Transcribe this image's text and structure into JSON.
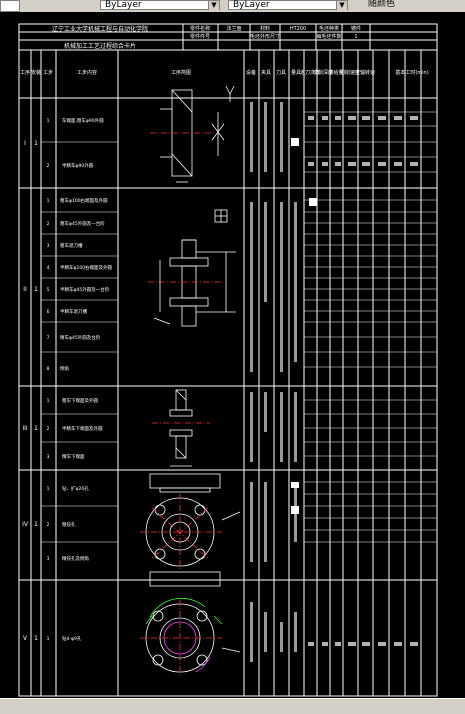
{
  "toolbar": {
    "linetype_value": "ByLayer",
    "lineweight_value": "ByLayer",
    "color_value": "随颜色"
  },
  "sheet": {
    "title_left_1": "辽宁工业大学机械工程与自动化学院",
    "title_left_2": "机械加工工艺过程综合卡片",
    "header_row_1": [
      "零件名称",
      "法兰盘",
      "材料",
      "HT200",
      "毛坯种类",
      "铸件"
    ],
    "header_row_2": [
      "零件件号",
      "",
      "毛坯外形尺寸",
      "",
      "每毛坯件数",
      "1"
    ],
    "columns_left": [
      "工序",
      "安装",
      "工步",
      "工步内容",
      "工序简图"
    ],
    "columns_right": [
      "设备",
      "夹具",
      "刀具",
      "量具",
      "走刀次数",
      "切削深度",
      "进给量",
      "切削速度",
      "主轴转速",
      "基本工时(min)"
    ],
    "procedures": [
      {
        "no": "I",
        "setup": "1",
        "steps": [
          {
            "no": "1",
            "text": "车端面,粗车φ90外圆"
          },
          {
            "no": "2",
            "text": "半精车φ90外圆"
          }
        ]
      },
      {
        "no": "II",
        "setup": "1",
        "steps": [
          {
            "no": "1",
            "text": "粗车φ100右端面及外圆"
          },
          {
            "no": "2",
            "text": "粗车φ45外圆及一台阶"
          },
          {
            "no": "3",
            "text": "粗车退刀槽"
          },
          {
            "no": "4",
            "text": "半精车φ100右端面及外圆"
          },
          {
            "no": "5",
            "text": "半精车φ45外圆及一台阶"
          },
          {
            "no": "6",
            "text": "半精车退刀槽"
          },
          {
            "no": "7",
            "text": "精车φ45外圆及台阶"
          },
          {
            "no": "8",
            "text": "倒角"
          }
        ]
      },
      {
        "no": "III",
        "setup": "1",
        "steps": [
          {
            "no": "1",
            "text": "粗车下端面及外圆"
          },
          {
            "no": "2",
            "text": "半精车下端面及外圆"
          },
          {
            "no": "3",
            "text": "精车下端面"
          }
        ]
      },
      {
        "no": "IV",
        "setup": "1",
        "steps": [
          {
            "no": "1",
            "text": "钻、扩φ20孔"
          },
          {
            "no": "2",
            "text": "粗铰孔"
          },
          {
            "no": "3",
            "text": "精铰孔及倒角"
          }
        ]
      },
      {
        "no": "V",
        "setup": "1",
        "steps": [
          {
            "no": "1",
            "text": "钻4-φ9孔"
          }
        ]
      }
    ]
  }
}
